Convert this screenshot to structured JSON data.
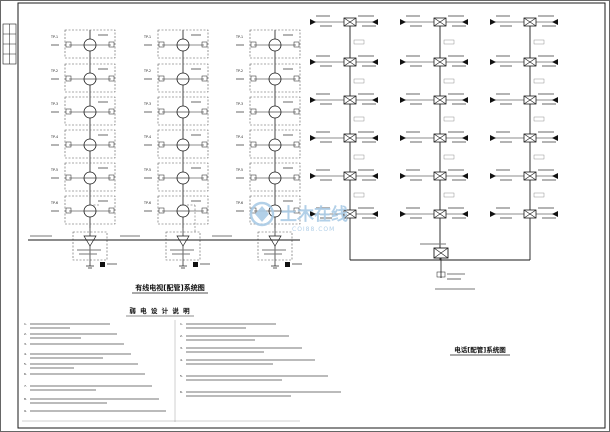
{
  "left_title": "有线电视[配管]系统图",
  "right_title": "电话[配管]系统图",
  "notes_title": "弱 电 设 计 说 明",
  "left_box_titles": [
    "TP-1",
    "TP-2",
    "TP-3",
    "TP-4",
    "TP-5",
    "TP-6"
  ],
  "watermark_main": "土木在线",
  "watermark_sub": "COI88.COM",
  "colors": {
    "line": "#1a1a1a",
    "thin": "#4a4a4a",
    "dash": "#555555",
    "watermark": "#aacbe6"
  }
}
